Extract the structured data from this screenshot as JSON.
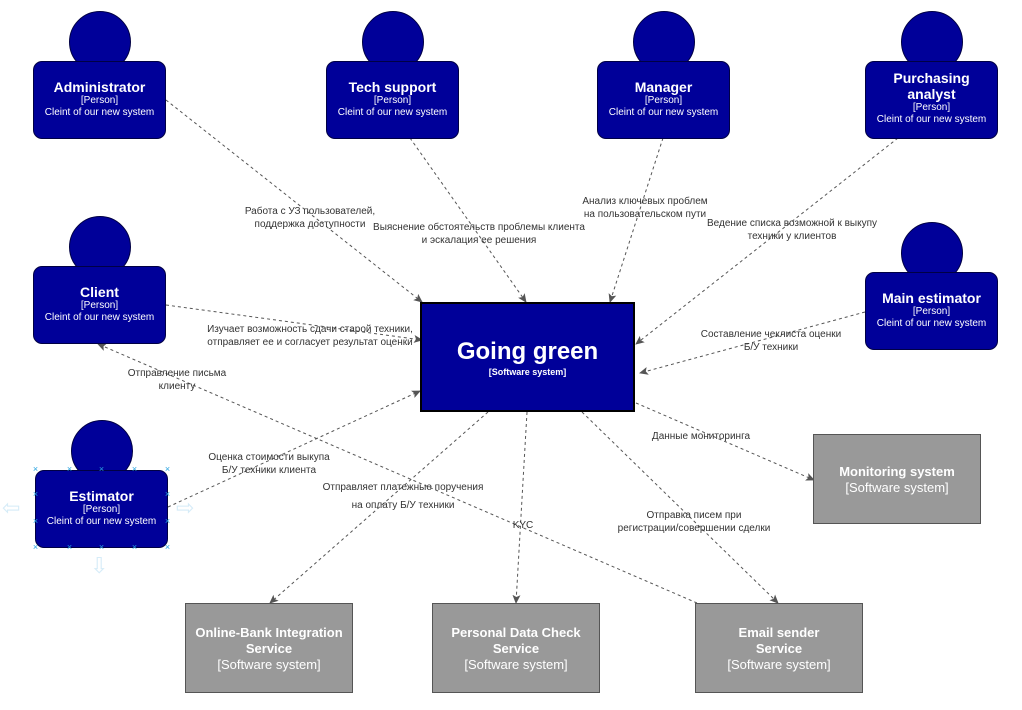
{
  "persons": {
    "administrator": {
      "name": "Administrator",
      "type": "[Person]",
      "desc": "Cleint of our new system"
    },
    "tech_support": {
      "name": "Tech support",
      "type": "[Person]",
      "desc": "Cleint of our new system"
    },
    "manager": {
      "name": "Manager",
      "type": "[Person]",
      "desc": "Cleint of our new system"
    },
    "purchasing_analyst": {
      "name": "Purchasing analyst",
      "type": "[Person]",
      "desc": "Cleint of our new system"
    },
    "client": {
      "name": "Client",
      "type": "[Person]",
      "desc": "Cleint of our new system"
    },
    "main_estimator": {
      "name": "Main estimator",
      "type": "[Person]",
      "desc": "Cleint of our new system"
    },
    "estimator": {
      "name": "Estimator",
      "type": "[Person]",
      "desc": "Cleint of our new system"
    }
  },
  "systems": {
    "going_green": {
      "name": "Going green",
      "type": "[Software system]"
    },
    "monitoring": {
      "name": "Monitoring system",
      "type": "[Software system]"
    },
    "online_bank": {
      "name": "Online-Bank Integration Service",
      "type": "[Software system]"
    },
    "personal_data": {
      "name": "Personal Data Check Service",
      "type": "[Software system]"
    },
    "email_sender": {
      "name": "Email sender Service",
      "type": "[Software system]"
    }
  },
  "relations": {
    "admin_line1": "Работа с УЗ пользователей,",
    "admin_line2": "поддержка доступности",
    "tech_line1": "Выяснение обстоятельств проблемы клиента",
    "tech_line2": "и эскалация ее решения",
    "manager_line1": "Анализ ключевых проблем",
    "manager_line2": "на пользовательском пути",
    "purch_line1": "Ведение списка возможной к выкупу",
    "purch_line2": "техники у клиентов",
    "client_line1": "Изучает возможность сдачи старой техники,",
    "client_line2": "отправляет ее и согласует результат оценки",
    "mainest_line1": "Составление чеклиста оценки",
    "mainest_line2": "Б/У техники",
    "email_client_line1": "Отправление письма",
    "email_client_line2": "клиенту",
    "estimator_line1": "Оценка стоимости выкупа",
    "estimator_line2": "Б/У техники клиента",
    "monitoring_line1": "Данные мониторинга",
    "bank_line1": "Отправляет платежные поручения",
    "bank_line2": "на оплату Б/У техники",
    "kyc_line1": "KYC",
    "email_line1": "Отправка писем при",
    "email_line2": "регистрации/совершении сделки"
  },
  "colors": {
    "person_fill": "#000099",
    "main_system_fill": "#000099",
    "external_system_fill": "#999999",
    "connector": "#555555",
    "selection": "#29a3e0"
  }
}
